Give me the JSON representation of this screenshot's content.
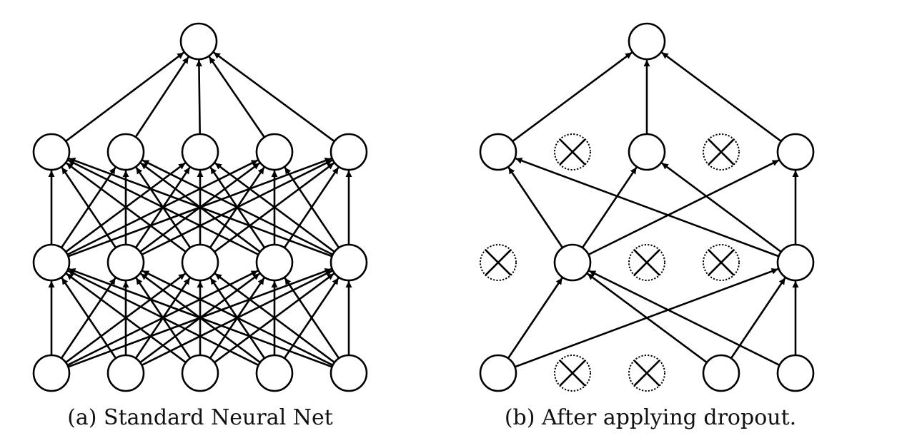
{
  "colors": {
    "stroke": "#000000",
    "node_fill": "#ffffff",
    "background": "#ffffff"
  },
  "panels": [
    {
      "id": "a",
      "caption": "(a) Standard Neural Net",
      "network": {
        "layers": [
          {
            "units": 5,
            "dropped": []
          },
          {
            "units": 5,
            "dropped": []
          },
          {
            "units": 5,
            "dropped": []
          },
          {
            "units": 1,
            "dropped": []
          }
        ],
        "connections": "full"
      }
    },
    {
      "id": "b",
      "caption": "(b) After applying dropout.",
      "network": {
        "layers": [
          {
            "units": 5,
            "dropped": [
              1,
              2
            ]
          },
          {
            "units": 5,
            "dropped": [
              0,
              2,
              3
            ]
          },
          {
            "units": 5,
            "dropped": [
              1,
              3
            ]
          },
          {
            "units": 1,
            "dropped": []
          }
        ],
        "connections": "full-between-kept"
      }
    }
  ]
}
